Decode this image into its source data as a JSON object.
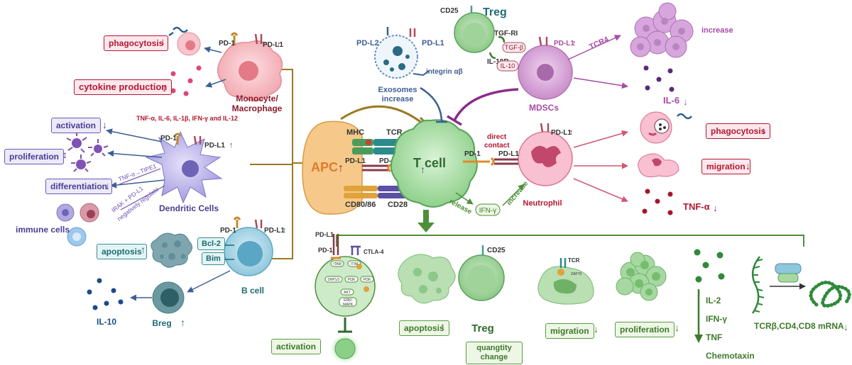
{
  "labels": {
    "phagocytosis_left": "phagocytosis",
    "cytokine_production": "cytokine production",
    "cytokine_list": "TNF-α, IL-6, IL-1β, IFN-γ and IL-12",
    "monocyte": "Monocyte/ Macrophage",
    "pd1": "PD-1",
    "pdl1": "PD-L1",
    "pdl2": "PD-L2",
    "activation": "activation",
    "proliferation": "proliferation",
    "differentiation": "differentiation",
    "tnf_tipe1": "TNF-α→TIPE1",
    "irak": "IRAK + PD-L1 negatively regulate",
    "dendritic_cells": "Dendritic Cells",
    "immune_cells": "immune cells",
    "apoptosis": "apoptosis",
    "bcl2": "Bcl-2",
    "bim": "Bim",
    "b_cell": "B cell",
    "il10": "IL-10",
    "breg": "Breg",
    "cd25": "CD25",
    "treg": "Treg",
    "tgf_ri": "TGF-RI",
    "tgf_b": "TGF-β",
    "il10r": "IL-10R",
    "integrin": "integrin αβ",
    "exosomes": "Exosomes increase",
    "mdscs": "MDSCs",
    "tcr4": "TCR4",
    "increase": "increase",
    "il6": "IL-6",
    "phagocytosis_right": "phagocytosis",
    "migration_right": "migration",
    "tnf_alpha": "TNF-α",
    "mhc": "MHC",
    "tcr": "TCR",
    "apc": "APC",
    "t_cell": "T cell",
    "cd80_86": "CD80/86",
    "cd28": "CD28",
    "direct_contact": "direct contact",
    "neutrophil": "Neutrophil",
    "release": "release",
    "ifn_g_bubble": "IFN-γ",
    "ctla4": "CTLA-4",
    "itam": "ITAM",
    "itim": "ITIM",
    "shp": "SHP1/2",
    "pi3k": "PI3K",
    "akt": "AKT",
    "erk": "ERK/ MAPK",
    "zap70": "ZAP70",
    "activation_bottom": "activation",
    "apoptosis_bottom": "apoptosis",
    "treg_bottom": "Treg",
    "quantity_change": "quangtity change",
    "migration_bottom": "migration",
    "proliferation_bottom": "proliferation",
    "il2": "IL-2",
    "ifn_g": "IFN-γ",
    "tnf": "TNF",
    "chemotaxin": "Chemotaxin",
    "mrna": "TCRβ,CD4,CD8 mRNA"
  },
  "colors": {
    "red_label": "#b3182f",
    "purple_label": "#4b3d93",
    "teal_label": "#1f6b74",
    "green_label": "#3e7a2b",
    "bracket": "#9a7a22",
    "tcell": "#a6dca3",
    "apc": "#f6c98a",
    "mdsc": "#ddb0de",
    "neutrophil": "#f4a9c0"
  },
  "icons": [
    "pd1-receptor-icon",
    "pdl1-ligand-icon",
    "up-arrow-icon",
    "down-arrow-icon",
    "inhibition-bar-icon"
  ]
}
